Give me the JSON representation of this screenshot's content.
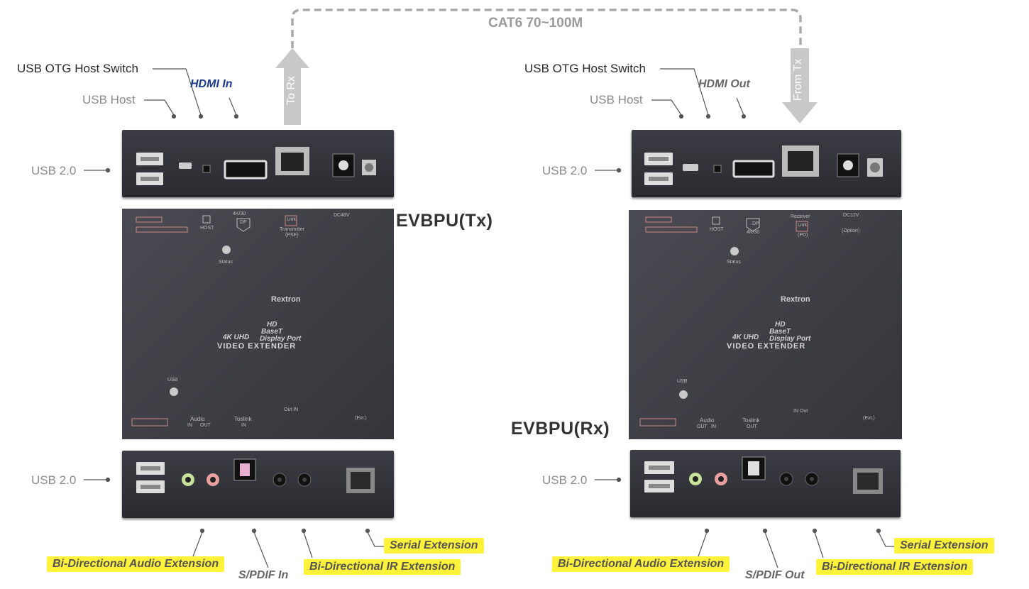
{
  "link": {
    "cable_label": "CAT6 70~100M",
    "to_rx": "To Rx",
    "from_tx": "From Tx"
  },
  "tx": {
    "model": "EVBPU(Tx)",
    "top_labels": {
      "otg_switch": "USB OTG Host Switch",
      "usb_host": "USB Host",
      "video_port": "HDMI In",
      "usb20": "USB 2.0"
    },
    "bottom_labels": {
      "usb20": "USB 2.0",
      "audio": "Bi-Directional Audio Extension",
      "spdif": "S/PDIF In",
      "ir": "Bi-Directional IR Extension",
      "serial": "Serial Extension"
    },
    "face_top": {
      "dp": "DP",
      "dp_res": "4K/30",
      "host": "HOST",
      "link_role": "Transmitter",
      "link_mode": "(PSE)",
      "link": "Link",
      "power": "DC48V",
      "status": "Status"
    },
    "face_bottom": {
      "usb": "USB",
      "audio": "Audio",
      "audio_a": "IN",
      "audio_b": "OUT",
      "toslink": "Toslink",
      "toslink_dir": "IN",
      "ir": "Out IN",
      "ext": "(Ext.)"
    }
  },
  "rx": {
    "model": "EVBPU(Rx)",
    "top_labels": {
      "otg_switch": "USB OTG Host Switch",
      "usb_host": "USB Host",
      "video_port": "HDMI Out",
      "usb20": "USB 2.0"
    },
    "bottom_labels": {
      "usb20": "USB 2.0",
      "audio": "Bi-Directional Audio Extension",
      "spdif": "S/PDIF Out",
      "ir": "Bi-Directional IR Extension",
      "serial": "Serial Extension"
    },
    "face_top": {
      "dp": "DP",
      "dp_res": "4K/30",
      "host": "HOST",
      "link_role": "Receiver",
      "link_mode": "(PD)",
      "link": "Link",
      "power": "DC12V",
      "power_opt": "(Option)",
      "status": "Status"
    },
    "face_bottom": {
      "usb": "USB",
      "audio": "Audio",
      "audio_a": "OUT",
      "audio_b": "IN",
      "toslink": "Toslink",
      "toslink_dir": "OUT",
      "ir": "IN Out",
      "ext": "(Ext.)"
    }
  },
  "face": {
    "brand": "Rextron",
    "hd": "HD",
    "base": "BaseT",
    "uhd": "4K UHD",
    "display_port": "Display Port",
    "extender": "VIDEO EXTENDER"
  },
  "colors": {
    "panel": "#2f2f36",
    "highlight": "#fff23a",
    "hdmi_in": "#1a3a8a",
    "arrow": "#c8c8c8"
  }
}
